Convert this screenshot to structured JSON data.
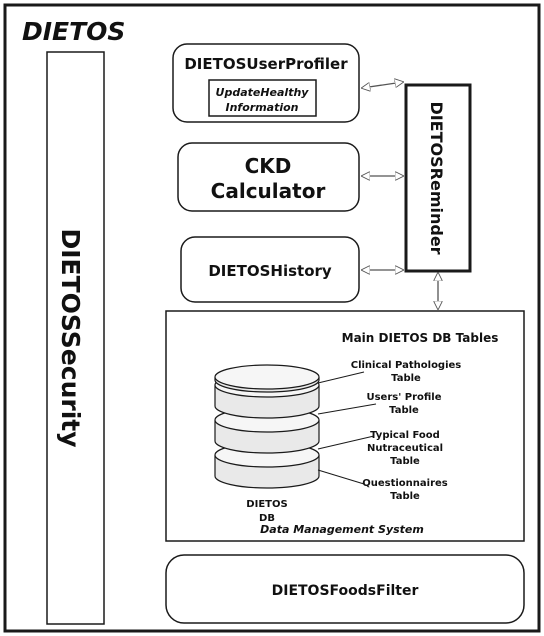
{
  "title": "DIETOS",
  "security": {
    "label": "DIETOSSecurity"
  },
  "user_profiler": {
    "label": "DIETOSUserProfiler",
    "sub_label_line1": "UpdateHealthy",
    "sub_label_line2": "Information"
  },
  "ckd_calculator": {
    "line1": "CKD",
    "line2": "Calculator"
  },
  "history": {
    "label": "DIETOSHistory"
  },
  "reminder": {
    "label": "DIETOSReminder"
  },
  "dms": {
    "header": "Main DIETOS DB Tables",
    "footer": "Data Management System",
    "db_line1": "DIETOS",
    "db_line2": "DB",
    "tables": [
      {
        "line1": "Clinical Pathologies",
        "line2": "Table"
      },
      {
        "line1": "Users' Profile",
        "line2": "Table"
      },
      {
        "line1": "Typical Food",
        "line2": "Nutraceutical",
        "line3": "Table"
      },
      {
        "line1": "Questionnaires",
        "line2": "Table"
      }
    ]
  },
  "foods_filter": {
    "label": "DIETOSFoodsFilter"
  },
  "colors": {
    "stroke": "#1a1a1a",
    "background": "#ffffff",
    "db_fill": "#e9e9e9",
    "db_top": "#f6f6f6",
    "db_shadow": "#bdbdbd"
  }
}
